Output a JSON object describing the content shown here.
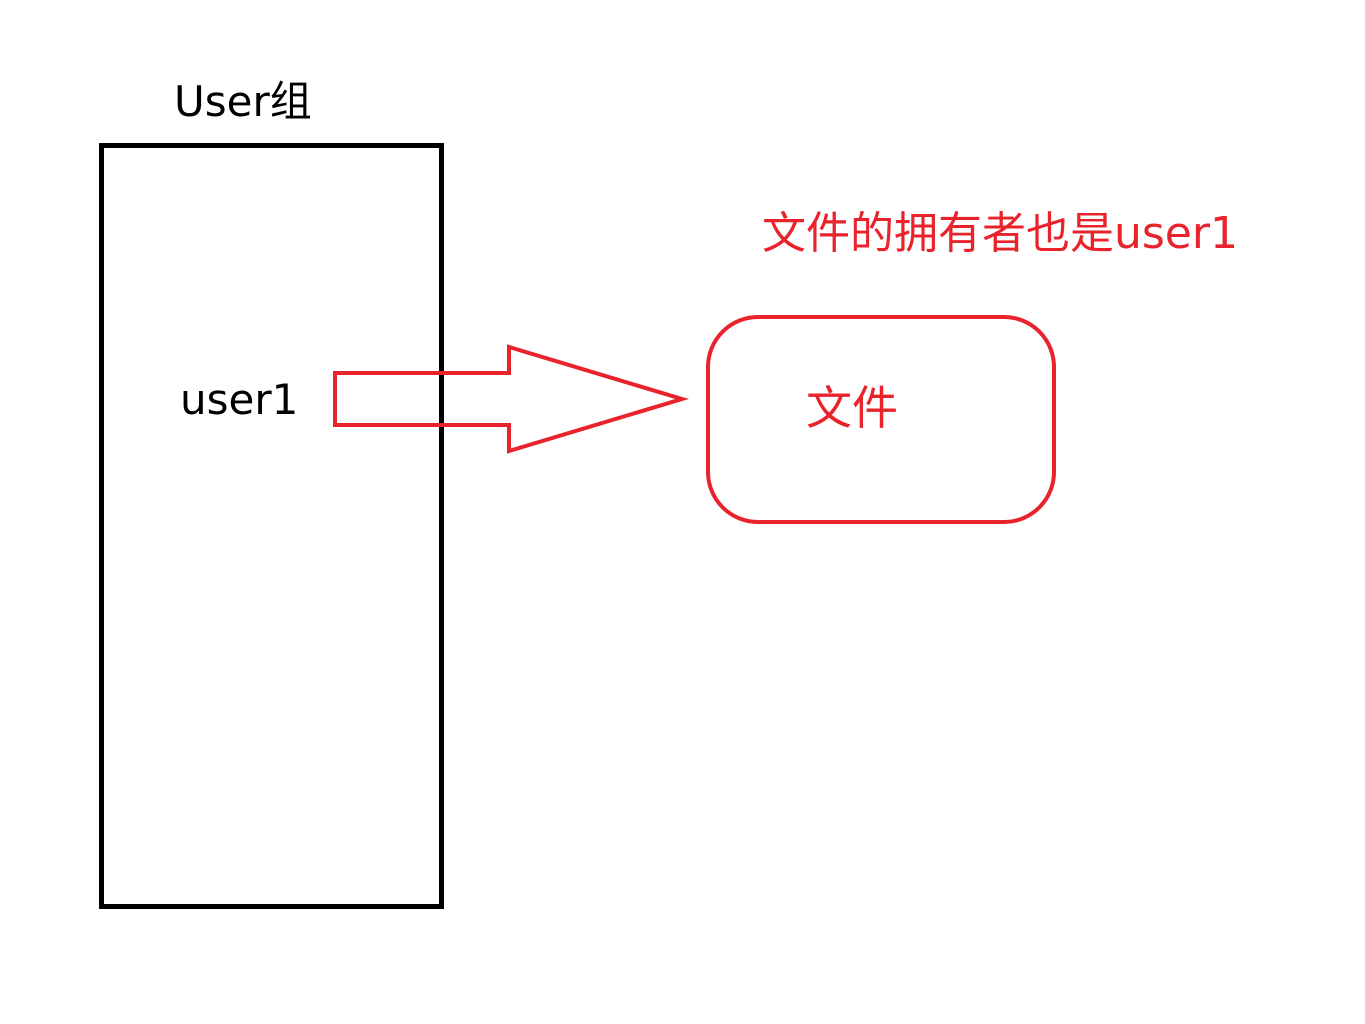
{
  "group": {
    "title": "User组",
    "member": "user1"
  },
  "file": {
    "label": "文件",
    "owner_note": "文件的拥有者也是user1"
  },
  "colors": {
    "group_stroke": "#000000",
    "accent_red": "#e8232c"
  }
}
